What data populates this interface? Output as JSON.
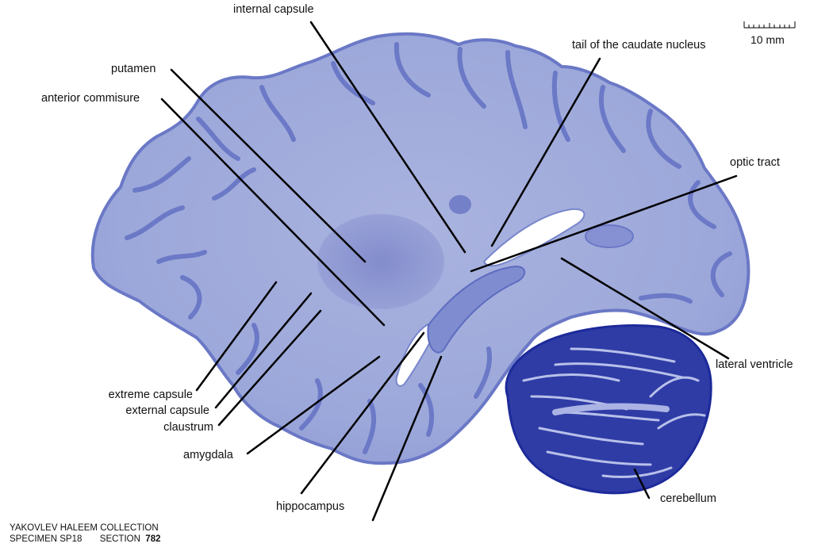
{
  "labels": {
    "internal_capsule": "internal capsule",
    "tail_caudate": "tail of the caudate nucleus",
    "putamen": "putamen",
    "anterior_commisure": "anterior commisure",
    "optic_tract": "optic tract",
    "lateral_ventricle": "lateral ventricle",
    "extreme_capsule": "extreme capsule",
    "external_capsule": "external capsule",
    "claustrum": "claustrum",
    "amygdala": "amygdala",
    "hippocampus": "hippocampus",
    "cerebellum": "cerebellum"
  },
  "scale_bar": {
    "label": "10 mm"
  },
  "credit": {
    "collection": "YAKOVLEV HALEEM COLLECTION",
    "specimen": "SPECIMEN SP18",
    "section_label": "SECTION",
    "section_number": "782"
  },
  "colors": {
    "tissue_light": "#9aa6d8",
    "tissue_mid": "#7c8ad0",
    "cortex_dark": "#6472c4",
    "cerebellum_dark": "#1d2a9a",
    "ventricle": "#ffffff",
    "leader_line": "#000000"
  }
}
